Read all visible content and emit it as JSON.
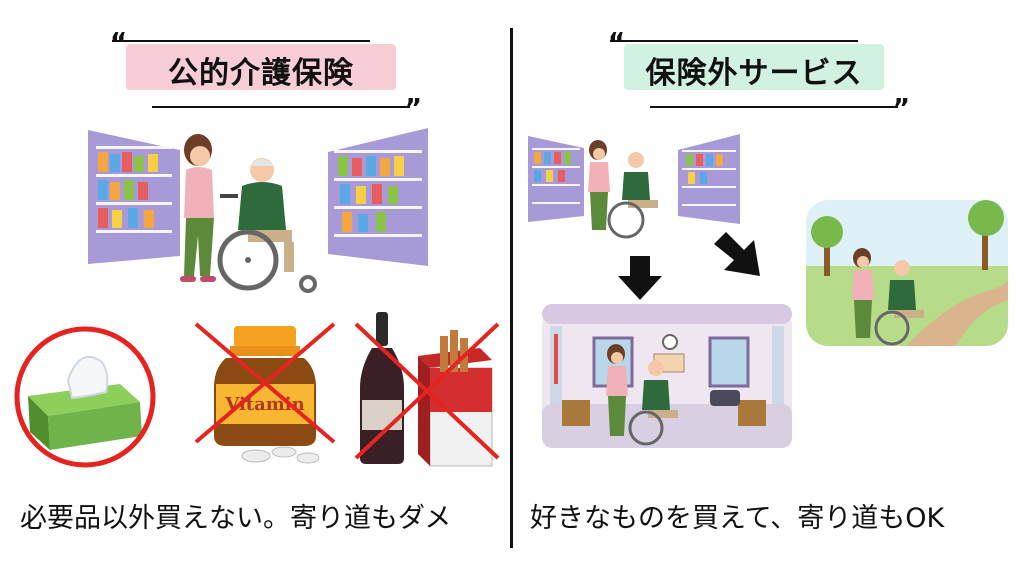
{
  "left": {
    "title": "公的介護保険",
    "caption": "必要品以外買えない。寄り道もダメ",
    "title_bg": "#f7c6cf",
    "items": [
      "tissue-box",
      "vitamin-bottle",
      "wine-bottle",
      "cigarette-pack"
    ]
  },
  "right": {
    "title": "保険外サービス",
    "caption": "好きなものを買えて、寄り道もOK",
    "title_bg": "#c9eedc"
  },
  "quote_open": "“",
  "quote_close": "”",
  "vitamin_label": "Vitamin",
  "colors": {
    "cross_red": "#e52421",
    "shelf_purple": "#a79ad6",
    "tissue_green": "#6fb34a",
    "jacket_green": "#2e6a3c"
  }
}
